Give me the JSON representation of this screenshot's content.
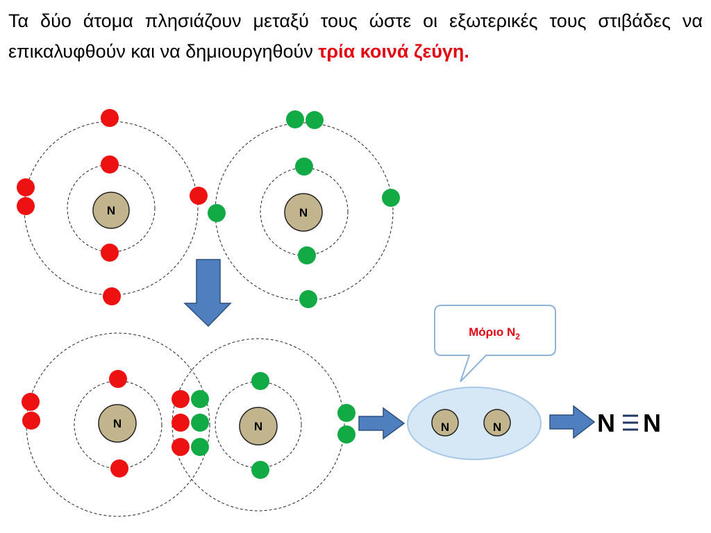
{
  "caption": {
    "text": "Τα δύο άτομα πλησιάζουν μεταξύ τους ώστε οι εξωτερικές τους στιβάδες να επικαλυφθούν και να δημιουργηθούν ",
    "highlight": "τρία κοινά ζεύγη",
    "end": "."
  },
  "atoms": {
    "top_left": "N",
    "top_right": "N",
    "bottom_left": "N",
    "bottom_right": "N",
    "molecule_left": "N",
    "molecule_right": "N"
  },
  "bubble": {
    "label": "Μόριο  N",
    "subscript": "2"
  },
  "formula": {
    "left": "N",
    "bond": "≡",
    "right": "N"
  },
  "colors": {
    "atom1_electron": "#ee1111",
    "atom2_electron": "#11aa44",
    "nucleus": "#c2b58e",
    "arrow": "#4f7fbf",
    "arrow_stroke": "#2b4f7f",
    "molecule_fill": "#d6e8f5",
    "bubble_stroke": "#8fb4dc",
    "highlight_text": "#e30613"
  }
}
